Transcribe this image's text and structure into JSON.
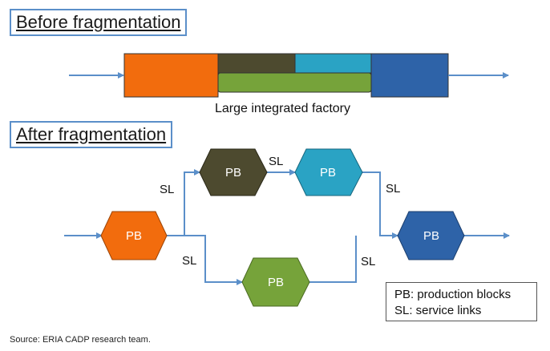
{
  "before": {
    "title": "Before fragmentation",
    "caption": "Large integrated factory",
    "colors": {
      "orange": "#f26c0d",
      "olive_dark": "#4d4a2f",
      "teal": "#2aa3c4",
      "blue": "#2e63a8",
      "green": "#76a33a"
    }
  },
  "after": {
    "title": "After fragmentation",
    "blocks": {
      "start": {
        "label": "PB",
        "color": "#f26c0d"
      },
      "top_left": {
        "label": "PB",
        "color": "#4d4a2f"
      },
      "top_right": {
        "label": "PB",
        "color": "#2aa3c4"
      },
      "bottom": {
        "label": "PB",
        "color": "#76a33a"
      },
      "end": {
        "label": "PB",
        "color": "#2e63a8"
      }
    },
    "links": {
      "up_left": "SL",
      "top_mid": "SL",
      "top_right": "SL",
      "down_left": "SL",
      "bottom_right": "SL"
    }
  },
  "legend": {
    "line1": "PB: production blocks",
    "line2": "SL: service links"
  },
  "source": "Source: ERIA CADP research team.",
  "arrow_color": "#5b8fc9"
}
